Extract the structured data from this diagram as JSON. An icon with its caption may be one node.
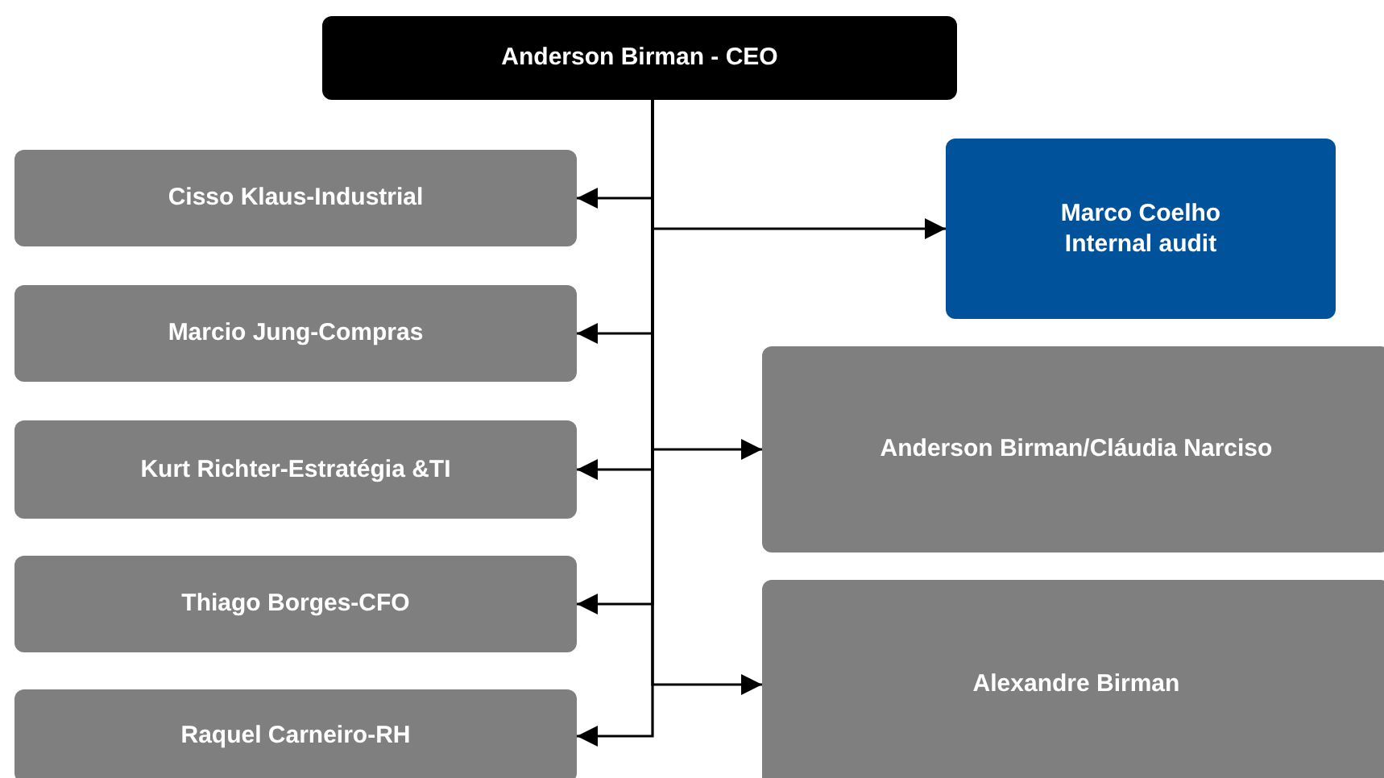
{
  "diagram": {
    "nodes": [
      {
        "text": [
          "Anderson Birman - CEO"
        ]
      },
      {
        "text": [
          "Cisso Klaus-Industrial"
        ]
      },
      {
        "text": [
          "Marcio Jung-Compras"
        ]
      },
      {
        "text": [
          "Kurt Richter-Estratégia &TI"
        ]
      },
      {
        "text": [
          "Thiago Borges-CFO"
        ]
      },
      {
        "text": [
          "Raquel Carneiro-RH"
        ]
      },
      {
        "text": [
          "Marco Coelho Internal audit"
        ]
      },
      {
        "text": [
          "Anderson Birman/Cláudia Narciso"
        ]
      },
      {
        "text": [
          "Alexandre Birman"
        ]
      }
    ],
    "edges": [
      {
        "from": 0,
        "to": 1,
        "arrow": "to"
      },
      {
        "from": 0,
        "to": 2,
        "arrow": "to"
      },
      {
        "from": 0,
        "to": 3,
        "arrow": "to"
      },
      {
        "from": 0,
        "to": 4,
        "arrow": "to"
      },
      {
        "from": 0,
        "to": 5,
        "arrow": "to"
      },
      {
        "from": 0,
        "to": 6,
        "arrow": "to"
      },
      {
        "from": 0,
        "to": 7,
        "arrow": "to"
      },
      {
        "from": 0,
        "to": 8,
        "arrow": "to"
      }
    ]
  }
}
